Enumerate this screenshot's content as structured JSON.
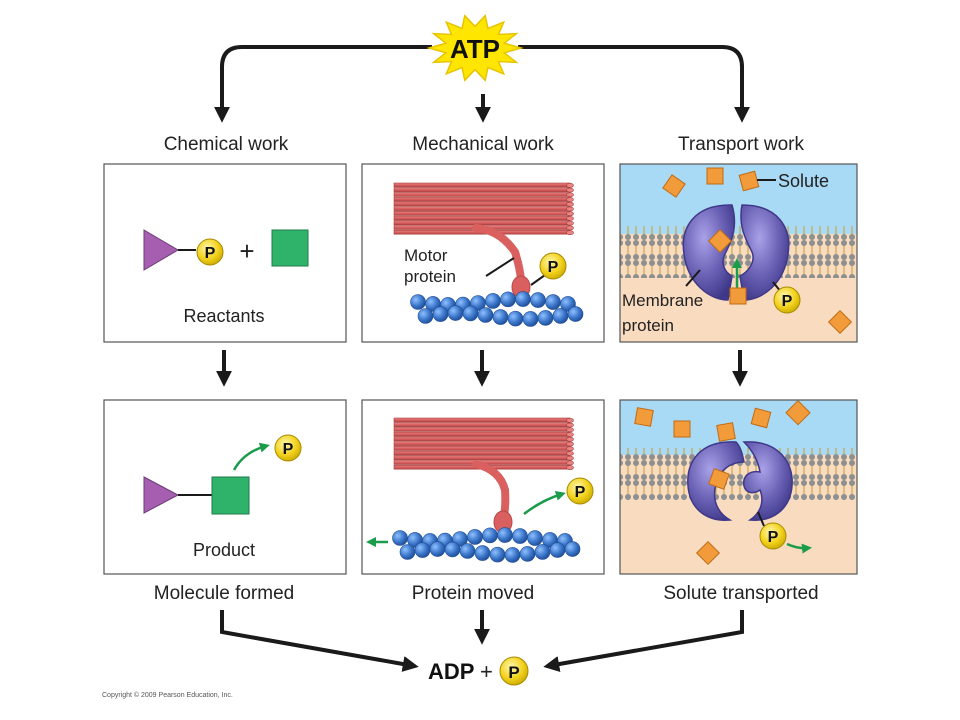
{
  "atp": {
    "label": "ATP"
  },
  "phosphate_label": "P",
  "columns": {
    "chemical": {
      "title": "Chemical work",
      "top_caption": "Reactants",
      "bottom_caption": "Product",
      "result": "Molecule formed"
    },
    "mechanical": {
      "title": "Mechanical work",
      "motor_line1": "Motor",
      "motor_line2": "protein",
      "result": "Protein moved"
    },
    "transport": {
      "title": "Transport work",
      "solute": "Solute",
      "membrane_line1": "Membrane",
      "membrane_line2": "protein",
      "result": "Solute transported"
    }
  },
  "plus_sign": "+",
  "bottom": {
    "adp": "ADP",
    "plus": "+"
  },
  "copyright": "Copyright © 2009 Pearson Education, Inc.",
  "colors": {
    "atp_burst": "#ffe600",
    "phosphate": "#f2d21c",
    "triangle": "#a65fb0",
    "square": "#2fb36b",
    "muscle": "#d9605f",
    "actin": "#3a75c9",
    "membrane_protein": "#6c63b6",
    "solute": "#f29b3a",
    "extracellular": "#a8daf5",
    "cytoplasm": "#f9dcc0",
    "green_arrow": "#1a9c4a"
  }
}
